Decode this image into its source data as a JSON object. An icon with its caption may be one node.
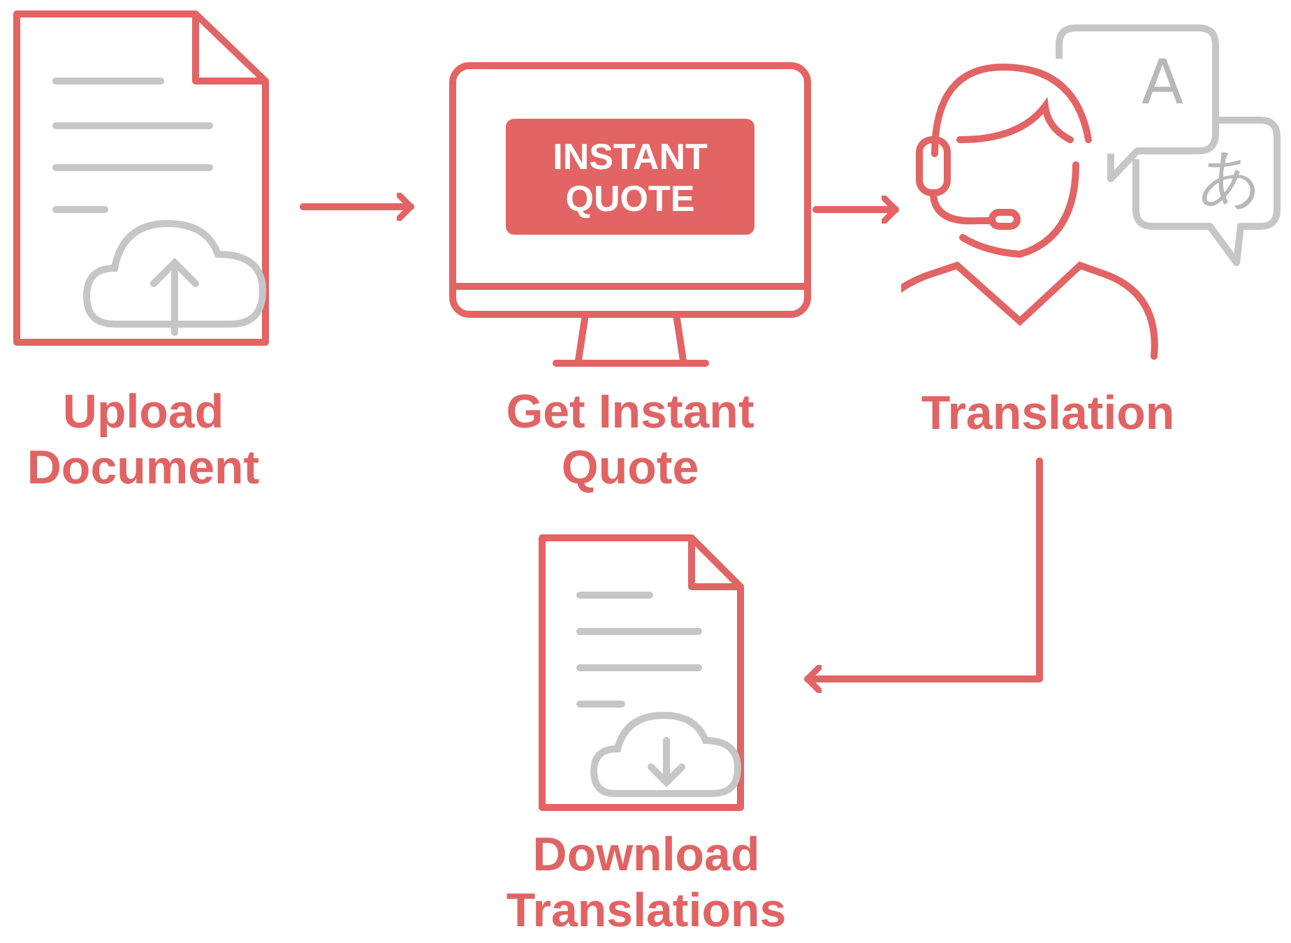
{
  "diagram": {
    "nodes": [
      {
        "text": [
          "Upload Document"
        ]
      },
      {
        "text": [
          "INSTANT QUOTE",
          "Get Instant Quote"
        ]
      },
      {
        "text": [
          "Translation"
        ]
      },
      {
        "text": [
          "Download Translations"
        ]
      }
    ],
    "edges": [
      {
        "from": 0,
        "to": 1,
        "arrow": "to"
      },
      {
        "from": 1,
        "to": 2,
        "arrow": "to"
      },
      {
        "from": 2,
        "to": 3,
        "arrow": "to"
      }
    ],
    "labels": [
      "A",
      "あ"
    ]
  }
}
